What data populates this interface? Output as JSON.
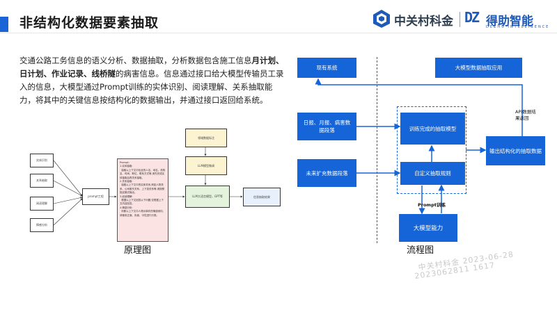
{
  "header": {
    "title": "非结构化数据要素抽取",
    "logo_left": "中关村科金",
    "logo_right_mark": "DZ",
    "logo_right": "得助智能",
    "logo_right_sub": "DEZHU INTELLIGENCE"
  },
  "intro": {
    "p1": "交通公路工务信息的语义分析、数据抽取，分析数据包含施工信息",
    "b1": "月计划、日计划、作业记录、线桥隧",
    "p2": "的病害信息。信息通过接口给大模型传输员工录入的信息，大模型通过Prompt训练的实体识别、阅读理解、关系抽取能力，将其中的关键信息按结构化的数据输出，并通过接口返回给系统。"
  },
  "principle": {
    "caption": "原理图",
    "inputs": [
      "实体识别",
      "关系抽取",
      "阅读理解",
      "情感分析"
    ],
    "prompt_engineering": "prompt工程",
    "prompt_text": "Prompt:\n1.实体抽取:\n  抽取以上下文中包含的人名、地名、机构名、时间、职位、联系方式等,请先完成实体抽取后再关系抽取。\n2.关系抽取:\n  抽取以上下文中的实体关系,例如人物关系、公司股东关系、上下游关系等,请按照指定格式输出。\n3.阅读理解:\n  根据以上下文回答以下问题,仅根据上下文内容回答。\n4.情感分析:\n  判断以上下文中人物对事件的情感倾向,请使用正面、负面、中性进行分类。",
    "annotate": "领域数据标注",
    "finetune": "LLM模型微调",
    "llm": "LLM大语言模型，GPT等",
    "output": "信息抽取结果"
  },
  "flow": {
    "caption": "流程图",
    "existing_system": "现有系统",
    "app_label": "大模型数据抽取应用",
    "daily_report": "日报、月报、病害数据段落",
    "future_data": "未来扩充数据段落",
    "trained_model": "训练完成的抽取模型",
    "custom_rules": "自定义抽取规则",
    "prompt_train": "Prompt训练",
    "llm_capability": "大模型能力",
    "structured_output": "输出结构化的抽取数据",
    "api_return": "API数据结果返回"
  },
  "watermark": {
    "line1": "中关村科金 2023-06-28",
    "line2": "2023062811 1617"
  },
  "colors": {
    "accent": "#1565d8",
    "title_bar": "#1b64d8"
  }
}
